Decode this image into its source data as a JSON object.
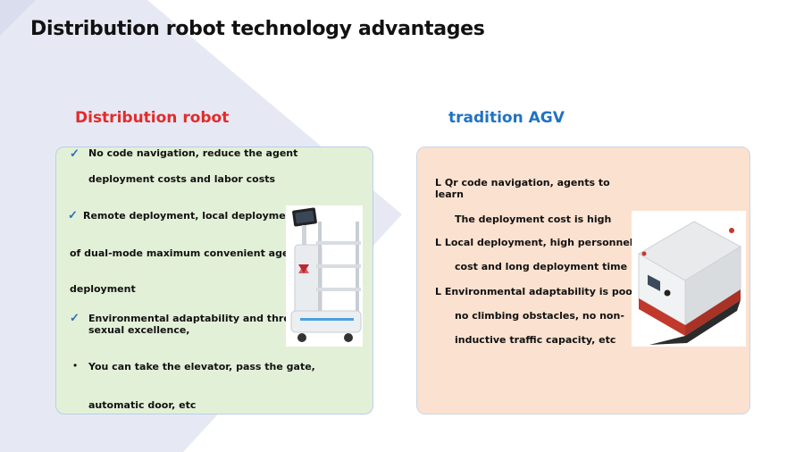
{
  "title": "Distribution robot technology advantages",
  "left": {
    "heading": "Distribution robot",
    "items": [
      {
        "marker": "✓",
        "line1": "No code navigation, reduce the agent",
        "line2": "deployment costs and labor costs"
      },
      {
        "marker": "✓",
        "line1": "Remote deployment, local deployment",
        "line2": "of dual-mode maximum convenient agent",
        "line3": "deployment"
      },
      {
        "marker": "✓",
        "line1": "Environmental adaptability and through",
        "line2": "sexual excellence,"
      },
      {
        "marker": "•",
        "line1": "You can take the elevator, pass the gate,",
        "line2": "automatic door, etc"
      }
    ]
  },
  "right": {
    "heading": "tradition AGV",
    "items": [
      {
        "line1": "L Qr code navigation, agents to",
        "line2": "learn",
        "line3": "The deployment cost is high"
      },
      {
        "line1": "L Local deployment, high personnel",
        "line2": "cost and long deployment time"
      },
      {
        "line1": "L Environmental adaptability is poor,",
        "line2": "no climbing obstacles, no non-",
        "line3": "inductive traffic capacity, etc"
      }
    ]
  },
  "colors": {
    "left_heading": "#e32b2b",
    "right_heading": "#1f72c4",
    "left_panel": "#e3f0d8",
    "right_panel": "#fbe1cf",
    "check": "#2f6fb5"
  },
  "icons": {
    "left_image": "delivery-robot-image",
    "right_image": "agv-robot-image"
  }
}
